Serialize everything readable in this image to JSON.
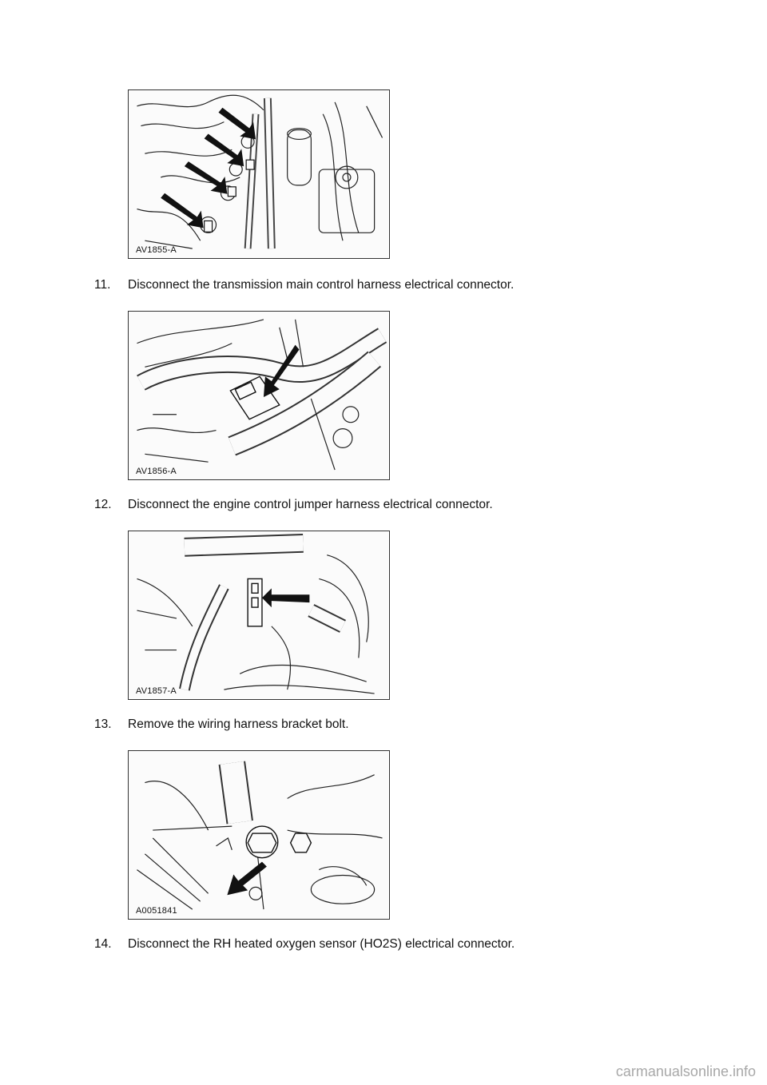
{
  "figures": [
    {
      "label": "AV1855-A"
    },
    {
      "label": "AV1856-A"
    },
    {
      "label": "AV1857-A"
    },
    {
      "label": "A0051841"
    }
  ],
  "steps": [
    {
      "number": "11.",
      "text": "Disconnect the transmission main control harness electrical connector."
    },
    {
      "number": "12.",
      "text": "Disconnect the engine control jumper harness electrical connector."
    },
    {
      "number": "13.",
      "text": "Remove the wiring harness bracket bolt."
    },
    {
      "number": "14.",
      "text": "Disconnect the RH heated oxygen sensor (HO2S) electrical connector."
    }
  ],
  "watermark": "carmanualsonline.info"
}
